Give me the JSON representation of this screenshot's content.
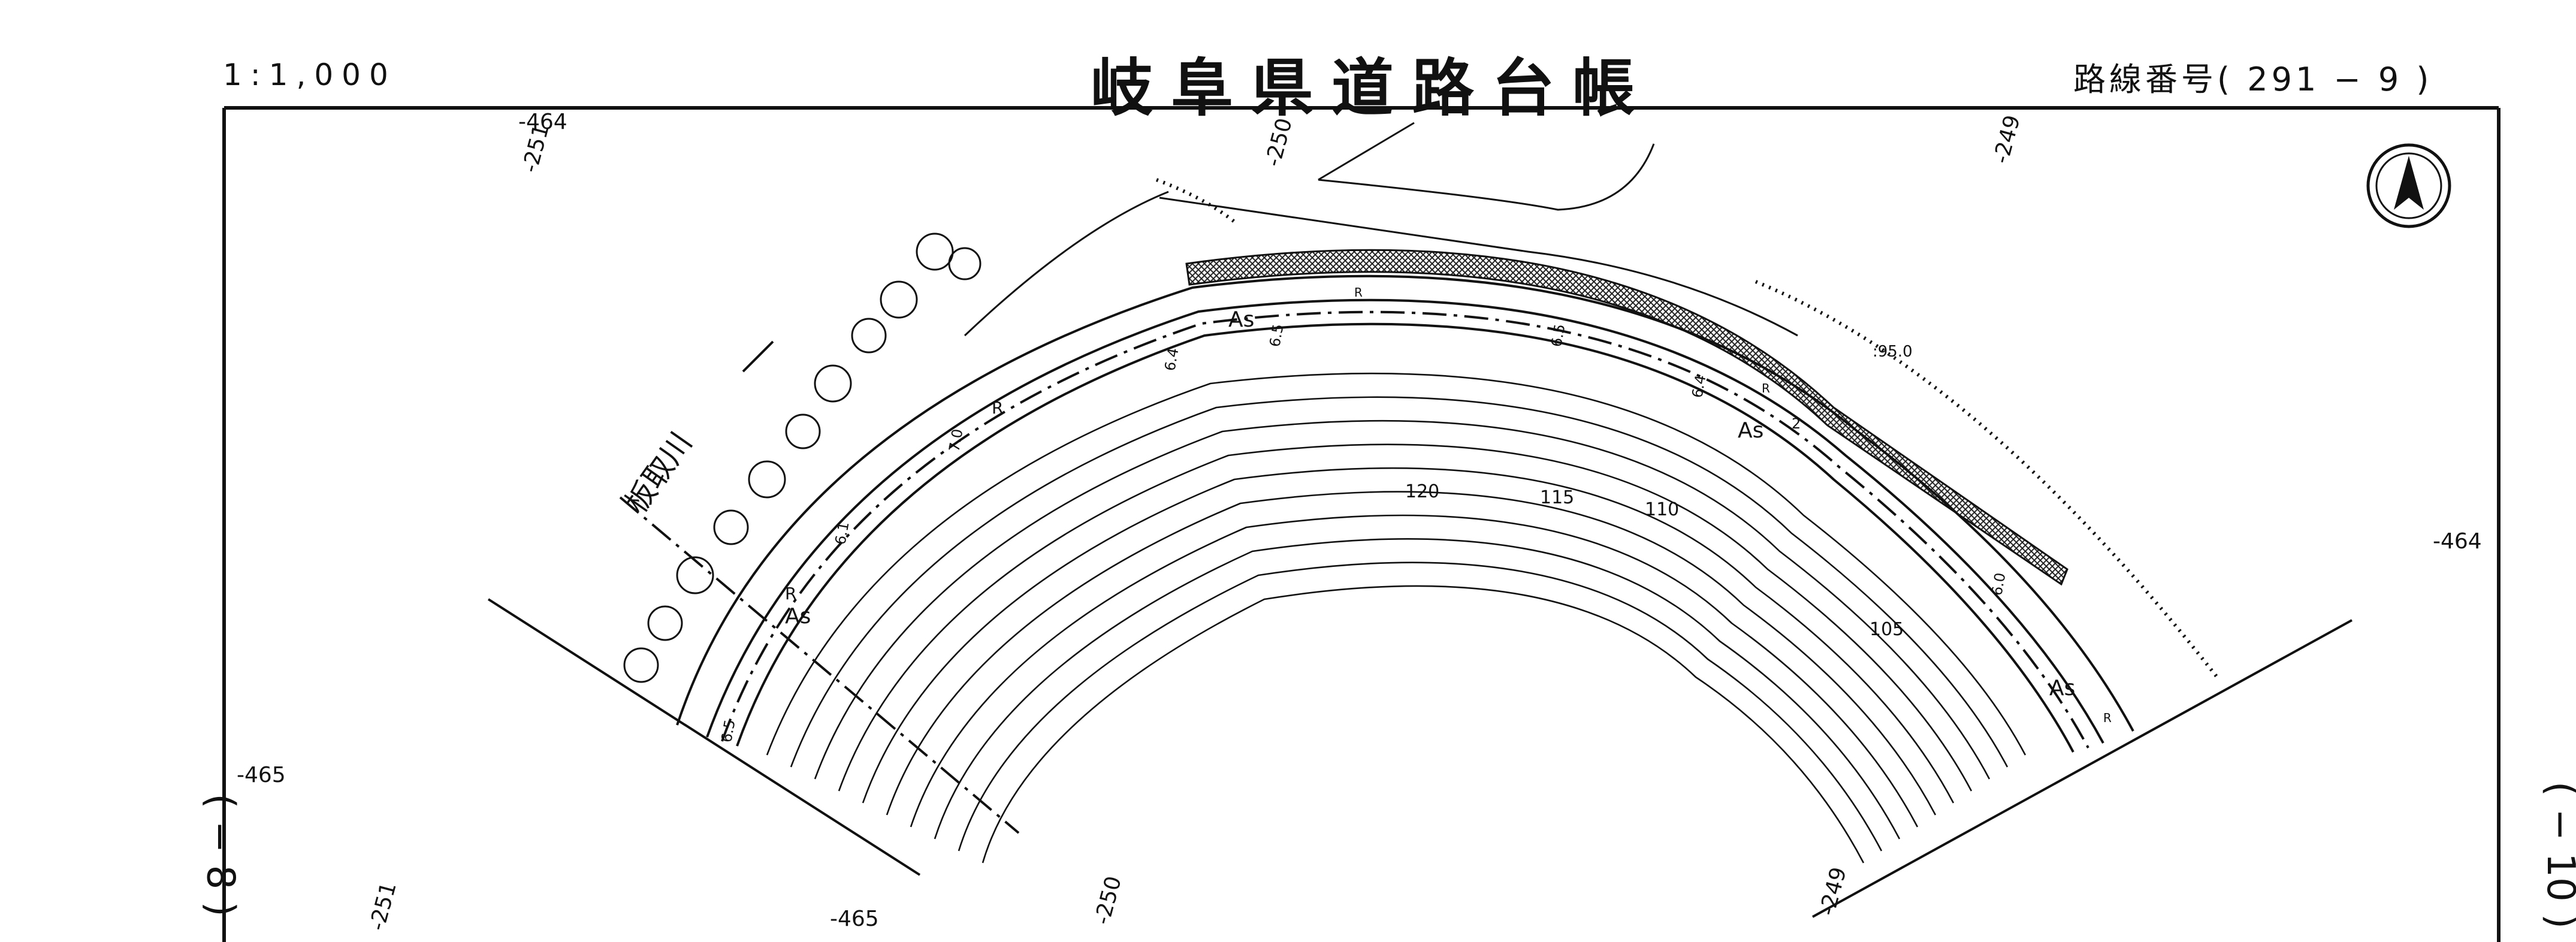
{
  "header": {
    "scale": "1:1,000",
    "title": "岐阜県道路台帳",
    "route_label": "路線番号( 291 − 9 )"
  },
  "adjacent_sheets": {
    "previous": "( − 8 )",
    "next": "( − 10 )"
  },
  "grid_labels": {
    "top_left_464": "-464",
    "top_left_251": "-251",
    "top_250": "-250",
    "top_249": "-249",
    "right_464": "-464",
    "left_465": "-465",
    "bottom_251": "-251",
    "bottom_465": "-465",
    "bottom_250": "-250",
    "bottom_249": "-249"
  },
  "features": {
    "river_name": "板取川",
    "pavement_marks": [
      "As",
      "As",
      "As",
      "As"
    ],
    "road_marks": [
      "R",
      "R",
      "R",
      "R",
      "R"
    ],
    "widths": [
      "6.5",
      "6.5",
      "6.4",
      "7.0",
      "6.1",
      "6.4",
      "6.0",
      "6.5",
      "2"
    ],
    "contours": [
      "120",
      "115",
      "110",
      "105"
    ],
    "elevation_point": ":95.0"
  }
}
